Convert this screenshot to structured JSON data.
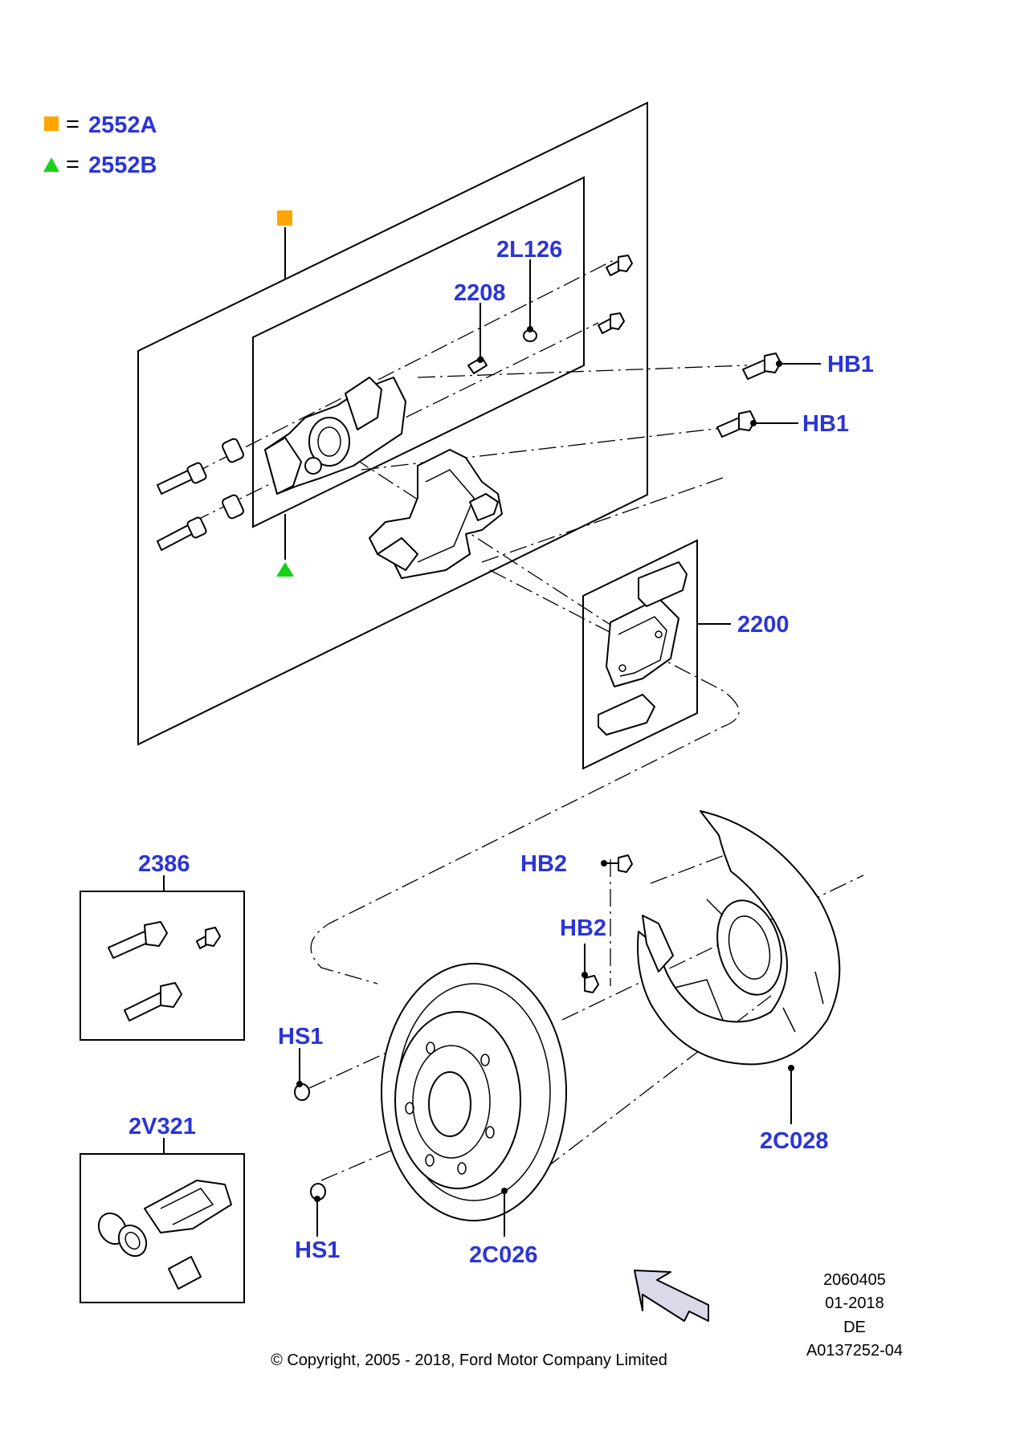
{
  "colors": {
    "label": "#2b35d6",
    "marker_square": "#ffa500",
    "marker_triangle": "#17d317",
    "arrow_fill": "#d9d9ea"
  },
  "legend": [
    {
      "marker": "square",
      "equals": "=",
      "code": "2552A"
    },
    {
      "marker": "triangle",
      "equals": "=",
      "code": "2552B"
    }
  ],
  "labels": {
    "l_2l126": "2L126",
    "l_2208": "2208",
    "l_hb1_a": "HB1",
    "l_hb1_b": "HB1",
    "l_2200": "2200",
    "l_2386": "2386",
    "l_hb2_a": "HB2",
    "l_hb2_b": "HB2",
    "l_hs1_a": "HS1",
    "l_hs1_b": "HS1",
    "l_2v321": "2V321",
    "l_2c028": "2C028",
    "l_2c026": "2C026"
  },
  "info": {
    "line1": "2060405",
    "line2": "01-2018",
    "line3": "DE",
    "line4": "A0137252-04"
  },
  "copyright": "© Copyright, 2005 - 2018, Ford Motor Company Limited",
  "icons": [
    "square-marker-icon",
    "triangle-marker-icon",
    "view-direction-arrow-icon"
  ]
}
